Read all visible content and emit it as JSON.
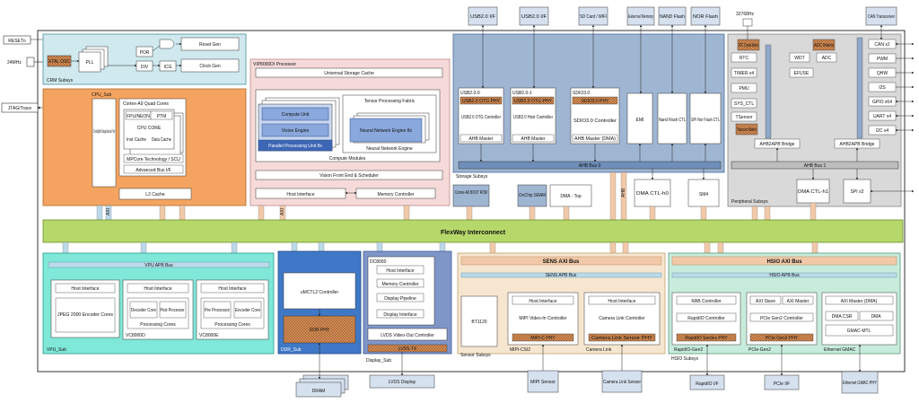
{
  "colors": {
    "crm": "#cfe9ee",
    "cpu": "#f4a460",
    "vip": "#f6dada",
    "storage": "#9fb6d3",
    "peripheral": "#d9d9d9",
    "flexway": "#b6d86a",
    "vpu": "#7fe8d8",
    "ddr": "#3f78c6",
    "display": "#7f96c8",
    "sens": "#f6e6cf",
    "hsio": "#c8ecdc",
    "phy": "#d4905a",
    "block": "#ffffff",
    "bus_arrow": "#f2c9a8"
  },
  "top_signals": {
    "reset_label": "RESETn",
    "clock_label": "24MHz",
    "jtag_label": "JTAG/Trace",
    "freq_32k": "32768Hz"
  },
  "external": {
    "usb_if_1": "USB2.0 I/F",
    "usb_if_2": "USB2.0 I/F",
    "sd_card": "SD Card / WIFI",
    "ext_memory": "External Memory",
    "nand_flash": "NAND Flash",
    "nor_flash": "NOR Flash",
    "can_transceiver": "CAN Transceiver",
    "dram": "DRAM",
    "lvds_display": "LVDS Display",
    "mipi_sensor": "MIPI Sensor",
    "camera_link_sensor": "Camera Link Sensor",
    "rapidio_if": "RapidIO I/F",
    "pcie_if": "PCIe I/F",
    "ethernet_phy": "Ethernet GMAC PHY"
  },
  "crm": {
    "title": "CRM Subsys",
    "xtal_osc": "XTAL OSC",
    "pll": "PLL",
    "por": "POR",
    "div": "DIV",
    "icg": "ICG",
    "reset_gen": "Reset Gen",
    "clock_gen": "Clock Gen"
  },
  "cpu": {
    "title": "CPU_Sub",
    "quad_cores": "Cortex-A9 Quad Cores",
    "fpu_neon": "FPU/NEON",
    "ptm": "PTM",
    "cpu_core": "CPU CORE",
    "inst_cache": "Inst Cache",
    "data_cache": "Data Cache",
    "mpcore": "MPCore Technology / SCU",
    "advanced_bus": "Advanced Bus I/F",
    "coresight": "CoreSight Debug Access Port",
    "l2_cache": "L2 Cache"
  },
  "vip": {
    "title": "VIP8000DI Processor",
    "usc": "Universal Storage Cache",
    "compute_unit": "Compute Unit",
    "vision_engine": "Vision Engine",
    "ppu": "Parallel Processing Unit 8x",
    "tpf": "Tensor Processing Fabric",
    "nne_8x": "Neural Network Engine 8x",
    "nne": "Neural Network Engine",
    "compute_modules": "Compute Modules",
    "vfe": "Vision Front End & Scheduler",
    "host_if": "Host Interface",
    "mem_ctrl": "Memory Controller"
  },
  "storage": {
    "title": "Storage Subsys",
    "usb0": "USB2.0-0",
    "usb1": "USB2.0-1",
    "sdio": "SDIO3.0",
    "usb0_phy": "USB2.0 OTG PHY",
    "usb1_phy": "USB2.0 OTG PHY",
    "sdio_phy": "SDIO3.0 PHY",
    "usb_otg_ctrl": "USB2.0 OTG Controller",
    "usb_host_ctrl": "USB2.0 Host Controller",
    "sdio_ctrl": "SDIO3.0 Controller",
    "ahb_master_1": "AHB Master",
    "ahb_master_2": "AHB Master",
    "ahb_master_dma": "AHB Master (DMA)",
    "emi": "EMI",
    "nand_ctl": "Nand Flash CTL",
    "spi_nor": "SPI Nor Flash CTL",
    "ahb_bus0": "AHB Bus 0",
    "dma_ctl_h0": "DMA CTL-h0",
    "sm4": "SM4"
  },
  "peripheral": {
    "title": "Peripheral Subsys",
    "rtc_crystal": "RTC Crystal Matrix",
    "adc_matrix": "ADC Matrix",
    "tsensor_matrix": "Tsensor Matrix",
    "rtc": "RTC",
    "wdt": "WDT",
    "adc": "ADC",
    "timer": "TIMER x4",
    "efuse": "EFUSE",
    "pmu": "PMU",
    "sys_ctl": "SYS_CTL",
    "tsensor": "TSensor",
    "can": "CAN x2",
    "pwm": "PWM",
    "qhw": "QHW",
    "i2s": "I2S",
    "gpio": "GPIO x64",
    "uart": "UART x4",
    "i2c": "I2C x4",
    "apb_bridge_1": "AHB2APB Bridge",
    "apb_bridge_2": "AHB2APB Bridge",
    "ahb_bus1": "AHB Bus 1",
    "dma_ctl_h1": "DMA CTL-h1",
    "spi": "SPI x2"
  },
  "mid": {
    "boot_rom": "Cortex-A9 BOOT ROM",
    "onchip_sram": "OnChip SRAM",
    "dma_top": "DMA - Top"
  },
  "flexway": {
    "label": "FlexWay Interconnect"
  },
  "vpu": {
    "title": "VPU_Sub",
    "apb_bus": "VPU APB Bus",
    "host_if_1": "Host Interface",
    "host_if_2": "Host Interface",
    "host_if_3": "Host Interface",
    "jpeg": "JPEG 2000 Encoder Cores",
    "decoder_core": "Decoder Core",
    "post_proc": "Post Processor",
    "pre_proc": "Pre Processor",
    "encoder_core": "Encoder Core",
    "proc_cores_1": "Processing Cores",
    "proc_cores_2": "Processing Cores",
    "vc8000d": "VC8000D",
    "vc8000e": "VC8000E"
  },
  "ddr": {
    "title": "DDR_Sub",
    "umctl2": "uMCTL2 Controller",
    "phy": "DDR PHY"
  },
  "display": {
    "title": "Display_Sub",
    "dc8000": "DC8000",
    "host_if": "Host Interface",
    "mem_ctrl": "Memory Controller",
    "pipeline": "Display Pipeline",
    "disp_if": "Display Interface",
    "lvds_ctrl": "LVDS Video-Out Controller",
    "lvds_tx": "LVDS TX"
  },
  "sens": {
    "title": "Sensor Subsys",
    "axi_bus": "SENS AXI Bus",
    "apb_bus": "SENS APB Bus",
    "bt1120": "BT1120",
    "host_if_1": "Host Interface",
    "host_if_2": "Host Interface",
    "mipi_ctrl": "MIPI Video-In Controller",
    "cl_ctrl": "Camera Link Controller",
    "mipi_phy": "MIPI-C PHY",
    "cl_phy": "Camera Link Sensor PHY",
    "mipi_csi2": "MIPI-CSI2",
    "camera_link": "Camera Link"
  },
  "hsio": {
    "title": "HSIO Subsys",
    "axi_bus": "HSIO AXI Bus",
    "apb_bus": "HSIO APB Bus",
    "rab_ctrl": "RAB Controller",
    "rapidio_ctrl": "RapidIO Controller",
    "rapidio_phy": "RapidIO Serdes PHY",
    "rapidio_gen2": "RapidIO-Gen2",
    "axi_slave": "AXI Slave",
    "axi_master": "AXI Master",
    "pcie_ctrl": "PCIe Gen2 Controller",
    "pcie_phy": "PCIe Gen2 PHY",
    "pcie_gen2": "PCIe-Gen2",
    "axi_master_dma": "AXI Master (DMA)",
    "dma_csr": "DMA CSR",
    "dma": "DMA",
    "gmac_mtl": "GMAC-MTL",
    "ethernet_gmac": "Ethernet GMAC"
  },
  "bus_tags": {
    "axi": "AXI",
    "apb": "APB",
    "ahb": "AHB"
  }
}
